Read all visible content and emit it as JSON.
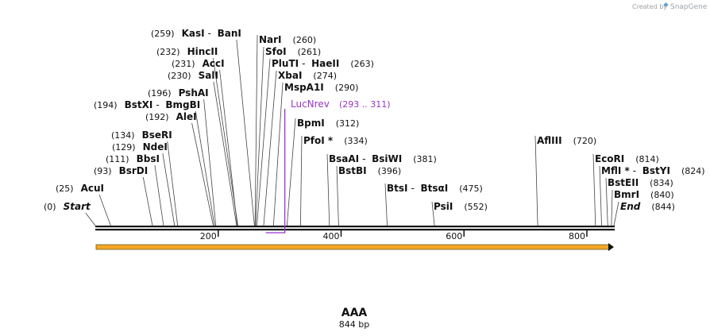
{
  "credit": {
    "created_by": "Created by",
    "brand": "SnapGene"
  },
  "sequence": {
    "name": "AAA",
    "length_label": "844 bp",
    "length": 844
  },
  "axis": {
    "start": 0,
    "end": 844,
    "ticks": [
      {
        "value": 200,
        "label": "200"
      },
      {
        "value": 400,
        "label": "400"
      },
      {
        "value": 600,
        "label": "600"
      },
      {
        "value": 800,
        "label": "800"
      }
    ]
  },
  "sites": [
    {
      "pos": 0,
      "pos_label": "(0)",
      "names": [
        "Start"
      ],
      "italic": true
    },
    {
      "pos": 25,
      "pos_label": "(25)",
      "names": [
        "AcuI"
      ]
    },
    {
      "pos": 93,
      "pos_label": "(93)",
      "names": [
        "BsrDI"
      ]
    },
    {
      "pos": 111,
      "pos_label": "(111)",
      "names": [
        "BbsI"
      ]
    },
    {
      "pos": 129,
      "pos_label": "(129)",
      "names": [
        "NdeI"
      ]
    },
    {
      "pos": 134,
      "pos_label": "(134)",
      "names": [
        "BseRI"
      ]
    },
    {
      "pos": 192,
      "pos_label": "(192)",
      "names": [
        "AleI"
      ]
    },
    {
      "pos": 194,
      "pos_label": "(194)",
      "names": [
        "BstXI",
        "BmgBI"
      ]
    },
    {
      "pos": 196,
      "pos_label": "(196)",
      "names": [
        "PshAI"
      ]
    },
    {
      "pos": 230,
      "pos_label": "(230)",
      "names": [
        "SalI"
      ]
    },
    {
      "pos": 231,
      "pos_label": "(231)",
      "names": [
        "AccI"
      ]
    },
    {
      "pos": 232,
      "pos_label": "(232)",
      "names": [
        "HincII"
      ]
    },
    {
      "pos": 259,
      "pos_label": "(259)",
      "names": [
        "KasI",
        "BanI"
      ]
    },
    {
      "pos": 260,
      "pos_label": "(260)",
      "names": [
        "NarI"
      ]
    },
    {
      "pos": 261,
      "pos_label": "(261)",
      "names": [
        "SfoI"
      ]
    },
    {
      "pos": 263,
      "pos_label": "(263)",
      "names": [
        "PluTI",
        "HaeII"
      ]
    },
    {
      "pos": 274,
      "pos_label": "(274)",
      "names": [
        "XbaI"
      ]
    },
    {
      "pos": 290,
      "pos_label": "(290)",
      "names": [
        "MspA1I"
      ]
    },
    {
      "pos": 312,
      "pos_label": "(312)",
      "names": [
        "BpmI"
      ]
    },
    {
      "pos": 334,
      "pos_label": "(334)",
      "names": [
        "PfoI *"
      ]
    },
    {
      "pos": 381,
      "pos_label": "(381)",
      "names": [
        "BsaAI",
        "BsiWI"
      ]
    },
    {
      "pos": 396,
      "pos_label": "(396)",
      "names": [
        "BstBI"
      ]
    },
    {
      "pos": 475,
      "pos_label": "(475)",
      "names": [
        "BtsI",
        "BtsαI"
      ]
    },
    {
      "pos": 552,
      "pos_label": "(552)",
      "names": [
        "PsiI"
      ]
    },
    {
      "pos": 720,
      "pos_label": "(720)",
      "names": [
        "AflIII"
      ]
    },
    {
      "pos": 814,
      "pos_label": "(814)",
      "names": [
        "EcoRI"
      ]
    },
    {
      "pos": 824,
      "pos_label": "(824)",
      "names": [
        "MflI *",
        "BstYI"
      ]
    },
    {
      "pos": 834,
      "pos_label": "(834)",
      "names": [
        "BstEII"
      ]
    },
    {
      "pos": 840,
      "pos_label": "(840)",
      "names": [
        "BmrI"
      ]
    },
    {
      "pos": 844,
      "pos_label": "(844)",
      "names": [
        "End"
      ],
      "italic": true
    }
  ],
  "primer": {
    "name": "LucNrev",
    "range_label": "(293 .. 311)",
    "start": 293,
    "end": 311,
    "color": "#9933cc"
  },
  "feature": {
    "start": 0,
    "end": 844,
    "color": "#f5a623",
    "edge_color": "#6b5a2e"
  }
}
